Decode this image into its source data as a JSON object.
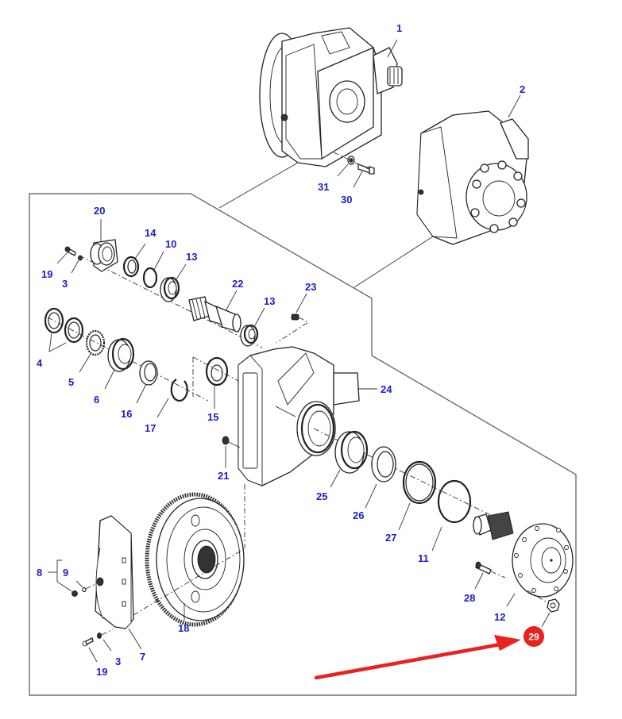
{
  "diagram": {
    "title": "Exploded parts view - transmission gearbox assembly",
    "label_color": "#1c1ccf",
    "highlight_color": "#e8221f",
    "highlighted_part": "29",
    "callouts": [
      {
        "id": "1",
        "text": "1"
      },
      {
        "id": "2",
        "text": "2"
      },
      {
        "id": "3a",
        "text": "3"
      },
      {
        "id": "3b",
        "text": "3"
      },
      {
        "id": "4",
        "text": "4"
      },
      {
        "id": "5",
        "text": "5"
      },
      {
        "id": "6",
        "text": "6"
      },
      {
        "id": "7",
        "text": "7"
      },
      {
        "id": "8",
        "text": "8"
      },
      {
        "id": "9",
        "text": "9"
      },
      {
        "id": "10",
        "text": "10"
      },
      {
        "id": "11",
        "text": "11"
      },
      {
        "id": "12",
        "text": "12"
      },
      {
        "id": "13a",
        "text": "13"
      },
      {
        "id": "13b",
        "text": "13"
      },
      {
        "id": "14",
        "text": "14"
      },
      {
        "id": "15",
        "text": "15"
      },
      {
        "id": "16",
        "text": "16"
      },
      {
        "id": "17",
        "text": "17"
      },
      {
        "id": "18",
        "text": "18"
      },
      {
        "id": "19a",
        "text": "19"
      },
      {
        "id": "19b",
        "text": "19"
      },
      {
        "id": "20",
        "text": "20"
      },
      {
        "id": "21",
        "text": "21"
      },
      {
        "id": "22",
        "text": "22"
      },
      {
        "id": "23",
        "text": "23"
      },
      {
        "id": "24",
        "text": "24"
      },
      {
        "id": "25",
        "text": "25"
      },
      {
        "id": "26",
        "text": "26"
      },
      {
        "id": "27",
        "text": "27"
      },
      {
        "id": "28",
        "text": "28"
      },
      {
        "id": "29",
        "text": "29"
      },
      {
        "id": "30",
        "text": "30"
      },
      {
        "id": "31",
        "text": "31"
      }
    ],
    "components": [
      {
        "ref": "1",
        "name": "gearbox-assembly"
      },
      {
        "ref": "2",
        "name": "final-drive-assembly"
      },
      {
        "ref": "3",
        "name": "spring-washer"
      },
      {
        "ref": "4",
        "name": "thrust-washers"
      },
      {
        "ref": "5",
        "name": "toothed-lock-washer"
      },
      {
        "ref": "6",
        "name": "bearing"
      },
      {
        "ref": "7",
        "name": "cover"
      },
      {
        "ref": "8",
        "name": "plug-kit"
      },
      {
        "ref": "9",
        "name": "o-ring"
      },
      {
        "ref": "10",
        "name": "o-ring"
      },
      {
        "ref": "11",
        "name": "o-ring"
      },
      {
        "ref": "12",
        "name": "output-flange-shaft"
      },
      {
        "ref": "13",
        "name": "bearing"
      },
      {
        "ref": "14",
        "name": "seal"
      },
      {
        "ref": "15",
        "name": "shim"
      },
      {
        "ref": "16",
        "name": "bearing-cup"
      },
      {
        "ref": "17",
        "name": "circlip"
      },
      {
        "ref": "18",
        "name": "gear"
      },
      {
        "ref": "19",
        "name": "bolt"
      },
      {
        "ref": "20",
        "name": "bearing-housing"
      },
      {
        "ref": "21",
        "name": "plug"
      },
      {
        "ref": "22",
        "name": "pinion-shaft"
      },
      {
        "ref": "23",
        "name": "breather"
      },
      {
        "ref": "24",
        "name": "housing"
      },
      {
        "ref": "25",
        "name": "bearing"
      },
      {
        "ref": "26",
        "name": "seal"
      },
      {
        "ref": "27",
        "name": "o-ring"
      },
      {
        "ref": "28",
        "name": "stud"
      },
      {
        "ref": "29",
        "name": "nut"
      },
      {
        "ref": "30",
        "name": "bolt"
      },
      {
        "ref": "31",
        "name": "washer"
      }
    ]
  }
}
